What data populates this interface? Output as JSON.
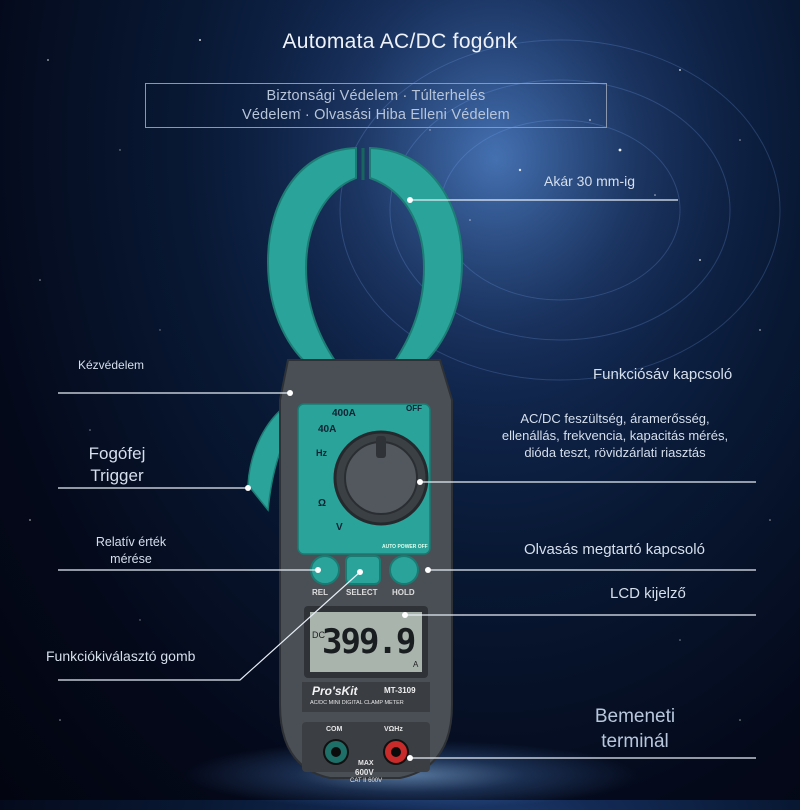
{
  "title": "Automata AC/DC fogónk",
  "banner": {
    "line1": "Biztonsági Védelem · Túlterhelés",
    "line2": "Védelem · Olvasási Hiba Elleni Védelem"
  },
  "labels": {
    "jaw_opening": "Akár 30 mm-ig",
    "hand_guard": "Kézvédelem",
    "function_switch": "Funkciósáv kapcsoló",
    "function_desc_1": "AC/DC feszültség, áramerősség,",
    "function_desc_2": "ellenállás, frekvencia, kapacitás mérés,",
    "function_desc_3": "dióda teszt, rövidzárlati riasztás",
    "trigger_1": "Fogófej",
    "trigger_2": "Trigger",
    "relative_1": "Relatív érték",
    "relative_2": "mérése",
    "hold_switch": "Olvasás megtartó kapcsoló",
    "lcd": "LCD kijelző",
    "select_button": "Funkciókiválasztó gomb",
    "input_1": "Bemeneti",
    "input_2": "terminál"
  },
  "device": {
    "brand": "Pro'sKit",
    "model": "MT-3109",
    "subtitle": "AC/DC MINI DIGITAL CLAMP METER",
    "lcd_value": "399.9",
    "lcd_mode": "DC",
    "lcd_unit": "A",
    "dial_400a": "400A",
    "dial_40a": "40A",
    "dial_off": "OFF",
    "dial_hz": "Hz",
    "dial_ohm": "Ω",
    "dial_v": "V",
    "auto_power_off": "AUTO POWER OFF",
    "btn_rel": "REL",
    "btn_select": "SELECT",
    "btn_hold": "HOLD",
    "com": "COM",
    "vohm": "VΩHz",
    "max_label": "MAX",
    "max_value": "600V",
    "cat": "CAT II 600V"
  },
  "colors": {
    "teal": "#2aa39a",
    "body_dark": "#4a4f55",
    "lcd": "#a9b4ad"
  }
}
